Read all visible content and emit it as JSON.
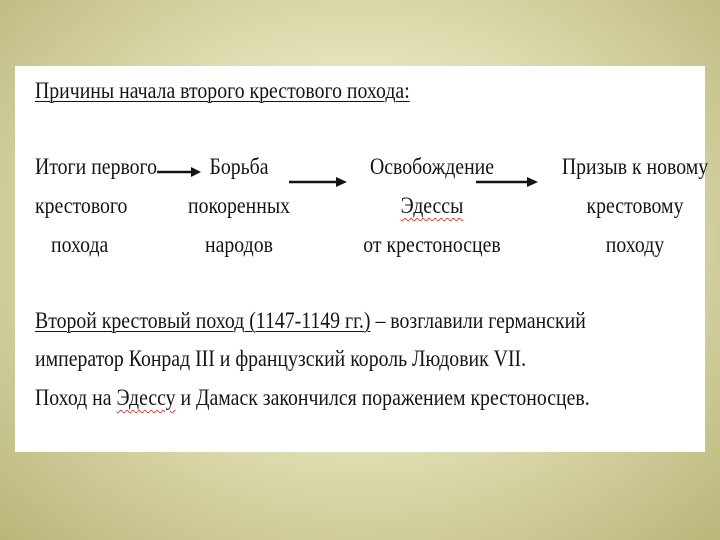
{
  "title": "Причины начала второго крестового похода:",
  "causes": [
    {
      "lines": [
        "Итоги первого",
        "крестового",
        "похода"
      ]
    },
    {
      "lines": [
        "Борьба",
        "покоренных",
        "народов"
      ]
    },
    {
      "lines": [
        "Освобождение",
        "Эдессы",
        "от крестоносцев"
      ]
    },
    {
      "lines": [
        "Призыв к новому",
        "крестовому",
        "походу"
      ]
    }
  ],
  "paragraph": {
    "heading": "Второй крестовый поход (1147-1149 гг.)",
    "rest1": " – возглавили германский",
    "line2": "император Конрад III и французский король Людовик VII.",
    "line3_a": "Поход на ",
    "line3_b": "Эдессу",
    "line3_c": " и Дамаск  закончился поражением крестоносцев."
  },
  "colors": {
    "background": "#d6d4a0",
    "slide": "#ffffff",
    "text": "#141414",
    "spellcheck": "#d43c3c"
  },
  "icons": [
    "right-arrow-icon",
    "right-arrow-icon",
    "right-arrow-icon"
  ]
}
